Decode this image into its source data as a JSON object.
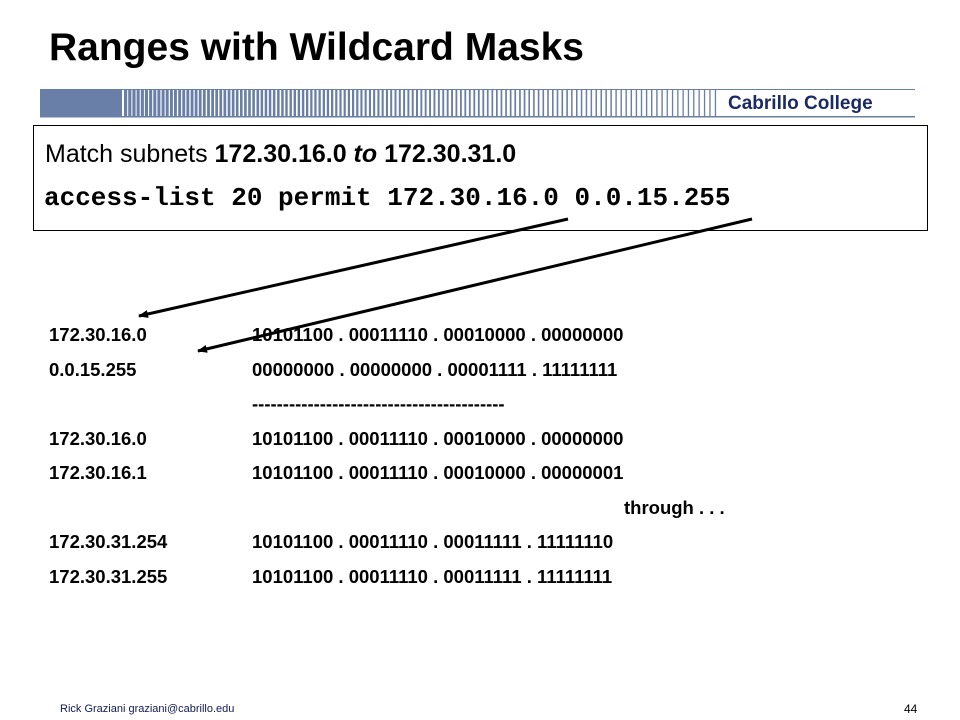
{
  "slide": {
    "title": "Ranges with Wildcard Masks",
    "brand": "Cabrillo College"
  },
  "box": {
    "match_prefix": "Match subnets ",
    "subnet_start": "172.30.16.0",
    "to_word": " to ",
    "subnet_end": "172.30.31.0",
    "acl_command": "access-list 20 permit 172.30.16.0 0.0.15.255"
  },
  "rows": [
    {
      "addr": "172.30.16.0",
      "bin": "10101100 . 00011110 . 00010000 . 00000000"
    },
    {
      "addr": "0.0.15.255",
      "bin": "00000000 . 00000000 . 00001111 . 11111111"
    },
    {
      "addr": "",
      "bin": "-----------------------------------------"
    },
    {
      "addr": "172.30.16.0",
      "bin": "10101100 . 00011110 . 00010000 . 00000000"
    },
    {
      "addr": "172.30.16.1",
      "bin": "10101100 . 00011110 . 00010000 . 00000001"
    },
    {
      "addr": "",
      "bin": "through . . ."
    },
    {
      "addr": "172.30.31.254",
      "bin": "10101100 . 00011110 . 00011111 . 11111110"
    },
    {
      "addr": "172.30.31.255",
      "bin": "10101100 . 00011110 . 00011111 . 11111111"
    }
  ],
  "footer": {
    "author": "Rick Graziani  graziani@cabrillo.edu",
    "page": "44"
  },
  "colors": {
    "brand_text": "#1a2a66",
    "bar": "#6a7fa8"
  }
}
